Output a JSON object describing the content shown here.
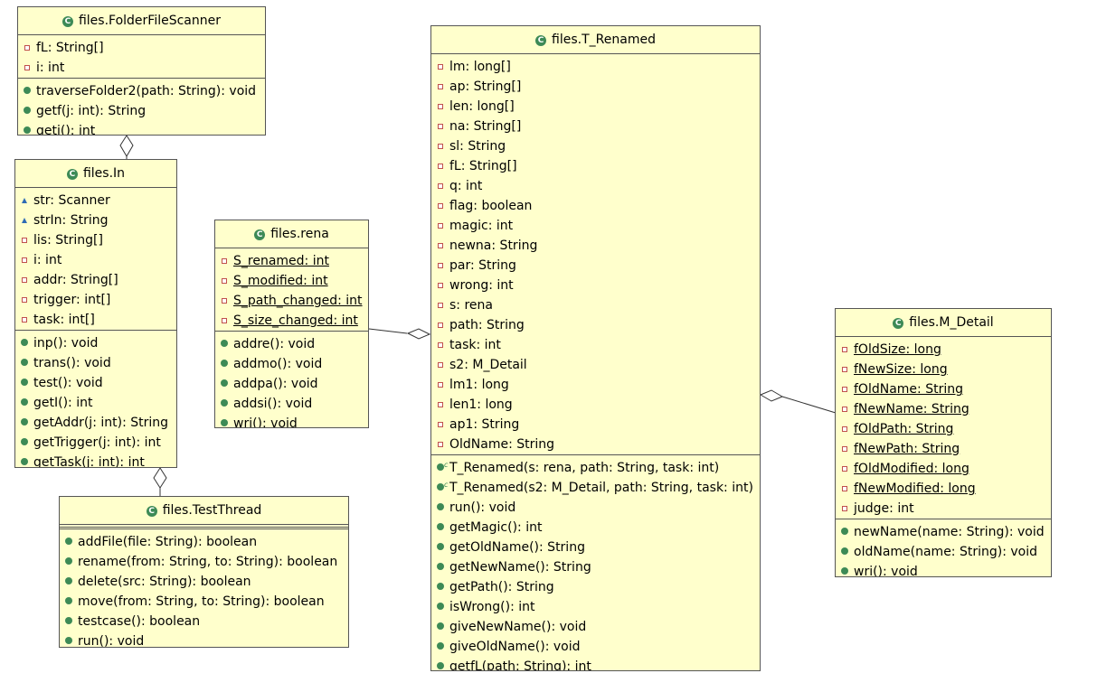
{
  "classes": {
    "folderFileScanner": {
      "title": "files.FolderFileScanner",
      "fields": [
        {
          "text": "fL: String[]",
          "vis": "private"
        },
        {
          "text": "i: int",
          "vis": "private"
        }
      ],
      "methods": [
        {
          "text": "traverseFolder2(path: String): void",
          "vis": "public"
        },
        {
          "text": "getf(j: int): String",
          "vis": "public"
        },
        {
          "text": "geti(): int",
          "vis": "public"
        }
      ]
    },
    "in": {
      "title": "files.In",
      "fields": [
        {
          "text": "str: Scanner",
          "vis": "package"
        },
        {
          "text": "strIn: String",
          "vis": "package"
        },
        {
          "text": "lis: String[]",
          "vis": "private"
        },
        {
          "text": "i: int",
          "vis": "private"
        },
        {
          "text": "addr: String[]",
          "vis": "private"
        },
        {
          "text": "trigger: int[]",
          "vis": "private"
        },
        {
          "text": "task: int[]",
          "vis": "private"
        }
      ],
      "methods": [
        {
          "text": "inp(): void",
          "vis": "public"
        },
        {
          "text": "trans(): void",
          "vis": "public"
        },
        {
          "text": "test(): void",
          "vis": "public"
        },
        {
          "text": "getI(): int",
          "vis": "public"
        },
        {
          "text": "getAddr(j: int): String",
          "vis": "public"
        },
        {
          "text": "getTrigger(j: int): int",
          "vis": "public"
        },
        {
          "text": "getTask(j: int): int",
          "vis": "public"
        }
      ]
    },
    "testThread": {
      "title": "files.TestThread",
      "fields": [],
      "methods": [
        {
          "text": "addFile(file: String): boolean",
          "vis": "public"
        },
        {
          "text": "rename(from: String, to: String): boolean",
          "vis": "public"
        },
        {
          "text": "delete(src: String): boolean",
          "vis": "public"
        },
        {
          "text": "move(from: String, to: String): boolean",
          "vis": "public"
        },
        {
          "text": "testcase(): boolean",
          "vis": "public"
        },
        {
          "text": "run(): void",
          "vis": "public"
        }
      ]
    },
    "rena": {
      "title": "files.rena",
      "fields": [
        {
          "text": "S_renamed: int",
          "vis": "private",
          "static": true
        },
        {
          "text": "S_modified: int",
          "vis": "private",
          "static": true
        },
        {
          "text": "S_path_changed: int",
          "vis": "private",
          "static": true
        },
        {
          "text": "S_size_changed: int",
          "vis": "private",
          "static": true
        }
      ],
      "methods": [
        {
          "text": "addre(): void",
          "vis": "public"
        },
        {
          "text": "addmo(): void",
          "vis": "public"
        },
        {
          "text": "addpa(): void",
          "vis": "public"
        },
        {
          "text": "addsi(): void",
          "vis": "public"
        },
        {
          "text": "wri(): void",
          "vis": "public",
          "static": true
        }
      ]
    },
    "tRenamed": {
      "title": "files.T_Renamed",
      "fields": [
        {
          "text": "lm: long[]",
          "vis": "private"
        },
        {
          "text": "ap: String[]",
          "vis": "private"
        },
        {
          "text": "len: long[]",
          "vis": "private"
        },
        {
          "text": "na: String[]",
          "vis": "private"
        },
        {
          "text": "sl: String",
          "vis": "private"
        },
        {
          "text": "fL: String[]",
          "vis": "private"
        },
        {
          "text": "q: int",
          "vis": "private"
        },
        {
          "text": "flag: boolean",
          "vis": "private"
        },
        {
          "text": "magic: int",
          "vis": "private"
        },
        {
          "text": "newna: String",
          "vis": "private"
        },
        {
          "text": "par: String",
          "vis": "private"
        },
        {
          "text": "wrong: int",
          "vis": "private"
        },
        {
          "text": "s: rena",
          "vis": "private"
        },
        {
          "text": "path: String",
          "vis": "private"
        },
        {
          "text": "task: int",
          "vis": "private"
        },
        {
          "text": "s2: M_Detail",
          "vis": "private"
        },
        {
          "text": "lm1: long",
          "vis": "private"
        },
        {
          "text": "len1: long",
          "vis": "private"
        },
        {
          "text": "ap1: String",
          "vis": "private"
        },
        {
          "text": "OldName: String",
          "vis": "private"
        }
      ],
      "methods": [
        {
          "text": "T_Renamed(s: rena, path: String, task: int)",
          "vis": "public",
          "ctor": true
        },
        {
          "text": "T_Renamed(s2: M_Detail, path: String, task: int)",
          "vis": "public",
          "ctor": true
        },
        {
          "text": "run(): void",
          "vis": "public"
        },
        {
          "text": "getMagic(): int",
          "vis": "public"
        },
        {
          "text": "getOldName(): String",
          "vis": "public"
        },
        {
          "text": "getNewName(): String",
          "vis": "public"
        },
        {
          "text": "getPath(): String",
          "vis": "public"
        },
        {
          "text": "isWrong(): int",
          "vis": "public"
        },
        {
          "text": "giveNewName(): void",
          "vis": "public"
        },
        {
          "text": "giveOldName(): void",
          "vis": "public"
        },
        {
          "text": "getfL(path: String): int",
          "vis": "public"
        }
      ]
    },
    "mDetail": {
      "title": "files.M_Detail",
      "fields": [
        {
          "text": "fOldSize: long",
          "vis": "private",
          "static": true
        },
        {
          "text": "fNewSize: long",
          "vis": "private",
          "static": true
        },
        {
          "text": "fOldName: String",
          "vis": "private",
          "static": true
        },
        {
          "text": "fNewName: String",
          "vis": "private",
          "static": true
        },
        {
          "text": "fOldPath: String",
          "vis": "private",
          "static": true
        },
        {
          "text": "fNewPath: String",
          "vis": "private",
          "static": true
        },
        {
          "text": "fOldModified: long",
          "vis": "private",
          "static": true
        },
        {
          "text": "fNewModified: long",
          "vis": "private",
          "static": true
        },
        {
          "text": "judge: int",
          "vis": "private"
        }
      ],
      "methods": [
        {
          "text": "newName(name: String): void",
          "vis": "public"
        },
        {
          "text": "oldName(name: String): void",
          "vis": "public"
        },
        {
          "text": "wri(): void",
          "vis": "public",
          "static": true
        }
      ]
    }
  },
  "colors": {
    "class_fill": "#ffffcc",
    "border": "#555555",
    "public_icon": "#3d8a56",
    "private_icon": "#c0504d",
    "package_icon": "#2f6bb4"
  }
}
